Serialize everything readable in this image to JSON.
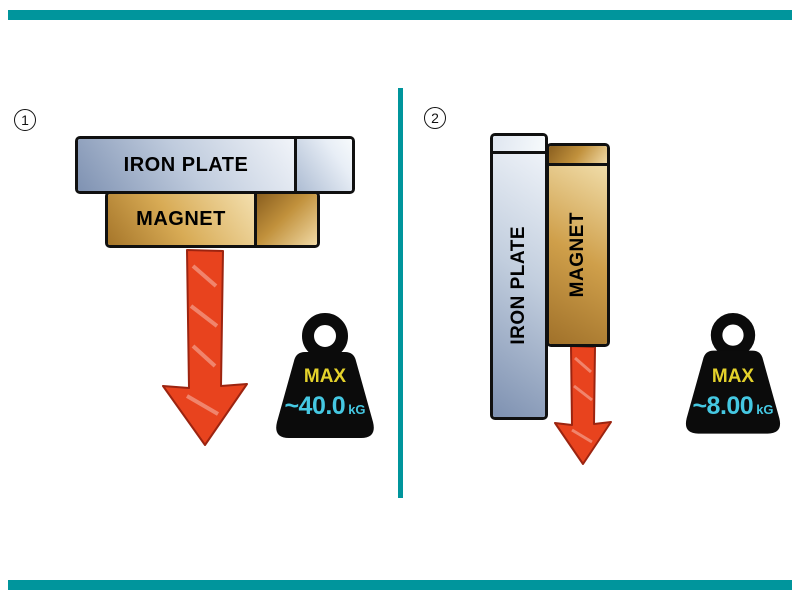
{
  "colors": {
    "frame_teal": "#00959c",
    "arrow_red": "#e8431e",
    "weight_black": "#0b0b0b",
    "max_yellow": "#e4d22b",
    "value_cyan": "#45c8e2",
    "iron_plate_blue": "#8f9fbc",
    "magnet_gold": "#cf9f4a"
  },
  "panels": [
    {
      "number": "1",
      "plate_label": "IRON PLATE",
      "magnet_label": "MAGNET",
      "weight": {
        "max_label": "MAX",
        "value": "~40.0",
        "unit": "kG"
      }
    },
    {
      "number": "2",
      "plate_label": "IRON PLATE",
      "magnet_label": "MAGNET",
      "weight": {
        "max_label": "MAX",
        "value": "~8.00",
        "unit": "kG"
      }
    }
  ]
}
